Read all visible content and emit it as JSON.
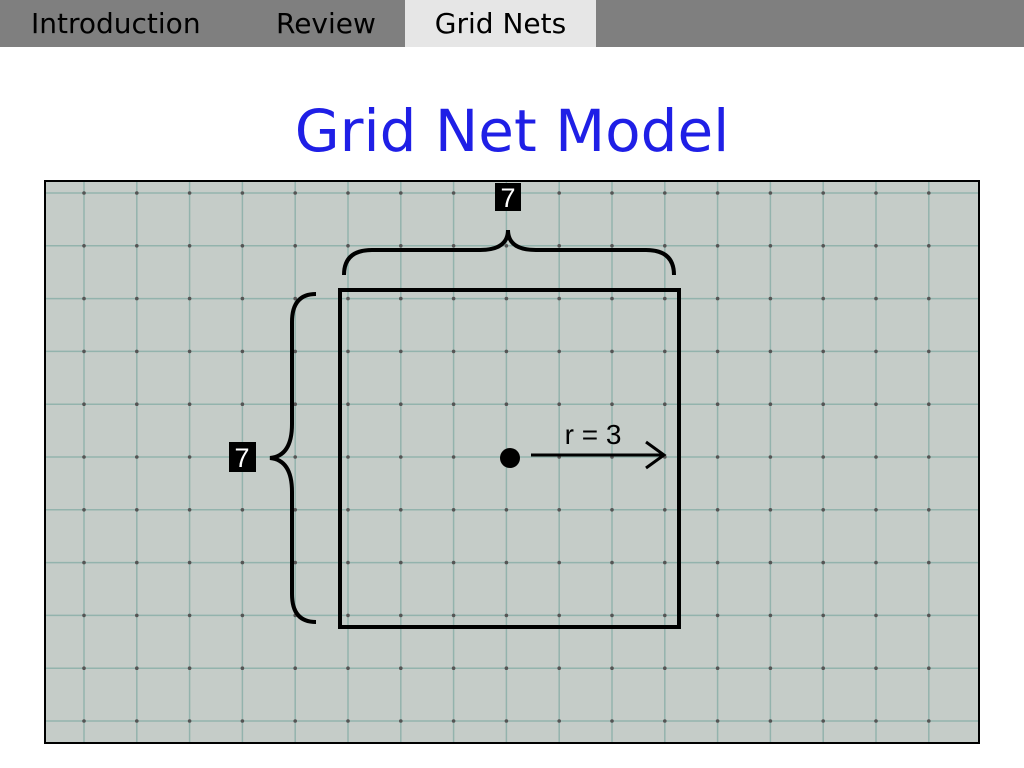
{
  "tabs": [
    {
      "label": "Introduction",
      "active": false
    },
    {
      "label": "Review",
      "active": false
    },
    {
      "label": "Grid Nets",
      "active": true
    }
  ],
  "title": "Grid Net Model",
  "figure": {
    "width_label": "7",
    "height_label": "7",
    "radius_label": "r = 3",
    "colors": {
      "paper": "#c5ccc8",
      "grid_line": "#93b3ad",
      "grid_dot": "#555555",
      "box": "#000000",
      "label_bg": "#000000",
      "label_text": "#ffffff"
    }
  },
  "colors": {
    "tab_bar": "#7f7f7f",
    "active_tab": "#e6e6e6",
    "title": "#1f1fe6"
  }
}
